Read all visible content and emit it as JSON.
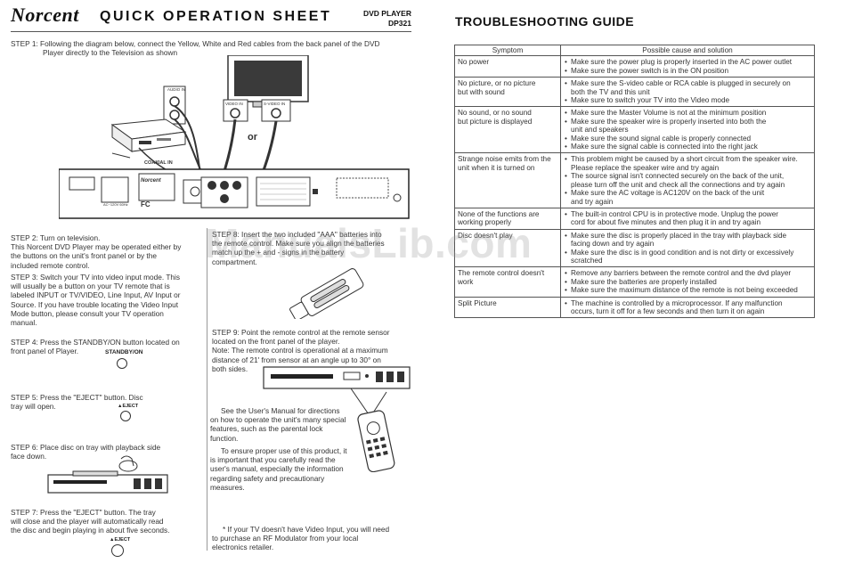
{
  "header": {
    "logo": "Norcent",
    "title": "QUICK OPERATION SHEET",
    "product": "DVD PLAYER",
    "model": "DP321"
  },
  "steps": {
    "step1": "STEP 1: Following the diagram below, connect the Yellow, White and Red cables from the back panel of the DVD",
    "step1b": "Player directly to the Television as shown",
    "step2": [
      "STEP 2: Turn on television.",
      "This Norcent DVD Player may be operated either by",
      "the buttons on the unit's front panel or by the",
      "included remote control."
    ],
    "step3": [
      "STEP 3: Switch your TV into video input mode. This",
      "will usually be a button on your TV remote that is",
      "labeled INPUT or TV/VIDEO, Line Input, AV Input or",
      "Source. If you have trouble locating the Video Input",
      "Mode button, please consult your TV operation",
      "manual."
    ],
    "step4": [
      "STEP 4: Press the STANDBY/ON button located on",
      "front panel of Player."
    ],
    "step5": [
      "STEP 5: Press the \"EJECT\" button. Disc",
      "tray will open."
    ],
    "step6": [
      "STEP 6: Place disc on tray with playback side",
      "face down."
    ],
    "step7": [
      "STEP 7: Press the \"EJECT\" button. The tray",
      "will close and the player will automatically read",
      "the disc and begin playing in about five seconds."
    ],
    "step8": [
      "STEP 8: Insert the two included \"AAA\" batteries into",
      "the remote control. Make sure you align the batteries",
      "match up the + and - signs in the battery",
      "compartment."
    ],
    "step9": [
      "STEP 9: Point the remote control at the remote sensor",
      "located on the front panel of the player.",
      "Note: The remote control is operational at a maximum",
      "distance of 21' from sensor at an angle up to 30° on",
      "both sides."
    ],
    "manual_note": [
      "See the User's Manual for directions",
      "on how to operate the unit's many special",
      "features, such as the parental lock",
      "function."
    ],
    "proper_use": [
      "To ensure proper use of this product, it",
      "is important that you carefully read the",
      "user's manual, especially the information",
      "regarding safety and precautionary",
      "measures."
    ],
    "footnote": [
      "* If your TV doesn't have Video Input, you will need",
      "to purchase an RF Modulator from your local",
      "electronics retailer."
    ]
  },
  "diagram": {
    "audio_in": "AUDIO IN",
    "video_in": "VIDEO IN",
    "svideo_in": "S-VIDEO IN",
    "or": "or",
    "coaxial": "COAXIAL IN",
    "brand": "Norcent",
    "power_label": "AC~120V 60Hz",
    "fc": "FC",
    "standby_label": "STANDBY/ON",
    "eject_label": "▲EJECT"
  },
  "troubleshooting": {
    "title": "TROUBLESHOOTING GUIDE",
    "col_symptom": "Symptom",
    "col_cause": "Possible cause and solution",
    "rows": [
      {
        "symptom": [
          "No power"
        ],
        "causes": [
          [
            "Make sure the power plug is properly inserted in the AC power outlet"
          ],
          [
            "Make sure the power switch is in the ON position"
          ]
        ]
      },
      {
        "symptom": [
          "No picture, or no picture",
          "but with sound"
        ],
        "causes": [
          [
            "Make sure the S-video cable or RCA cable is plugged in securely on",
            "both the TV and this unit"
          ],
          [
            "Make sure to switch your TV into the Video mode"
          ]
        ]
      },
      {
        "symptom": [
          "No sound, or no sound",
          "but picture is displayed"
        ],
        "causes": [
          [
            "Make sure the Master Volume is not at the minimum position"
          ],
          [
            "Make sure the speaker wire is properly inserted into both the",
            "unit and speakers"
          ],
          [
            "Make sure the sound signal cable is properly connected"
          ],
          [
            "Make sure the signal cable is connected into the right jack"
          ]
        ]
      },
      {
        "symptom": [
          "Strange noise emits from the",
          "unit when it is turned on"
        ],
        "causes": [
          [
            "This problem might be caused by a short circuit from the speaker wire.",
            "Please replace the speaker wire and try again"
          ],
          [
            "The source signal isn't connected securely on the back of the unit,",
            "please turn off the unit and check all the connections and try again"
          ],
          [
            "Make sure the AC voltage is AC120V on the back of the unit",
            "and try again"
          ]
        ]
      },
      {
        "symptom": [
          "None of the functions are",
          "working properly"
        ],
        "causes": [
          [
            "The built-in control CPU is in protective mode. Unplug the power",
            "cord for about five minutes and then plug it in and try again"
          ]
        ]
      },
      {
        "symptom": [
          "Disc doesn't play"
        ],
        "causes": [
          [
            "Make sure the disc is properly placed in the tray with playback side",
            "facing down and try again"
          ],
          [
            "Make sure the disc is in good condition and is not dirty or excessively",
            "scratched"
          ]
        ]
      },
      {
        "symptom": [
          "The remote control doesn't",
          "work"
        ],
        "causes": [
          [
            "Remove any barriers between the remote control and the dvd player"
          ],
          [
            "Make sure the batteries are properly installed"
          ],
          [
            "Make sure the maximum distance of the remote is not being exceeded"
          ]
        ]
      },
      {
        "symptom": [
          "Split Picture"
        ],
        "causes": [
          [
            "The machine is controlled by a microprocessor. If any malfunction",
            "occurs, turn it off for a few seconds and then turn it on again"
          ]
        ]
      }
    ]
  },
  "watermark": "ManualsLib.com"
}
